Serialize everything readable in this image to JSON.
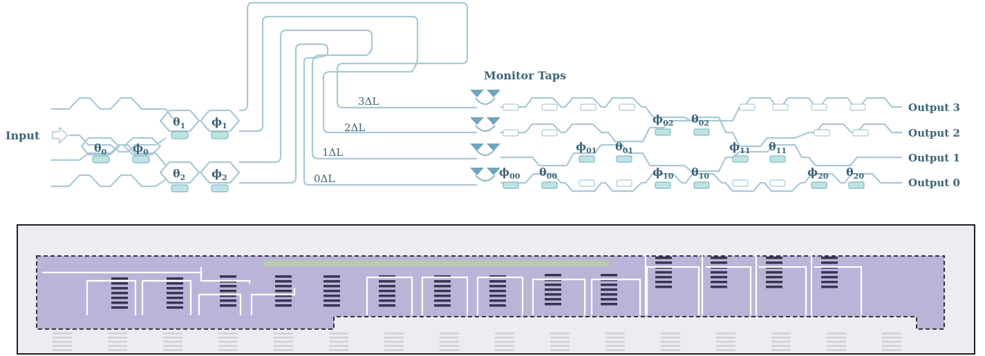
{
  "schematic": {
    "input_label": "Input",
    "monitor_title": "Monitor Taps",
    "delays": [
      "3ΔL",
      "2ΔL",
      "1ΔL",
      "0ΔL"
    ],
    "outputs": [
      "Output 3",
      "Output 2",
      "Output 1",
      "Output 0"
    ],
    "phase_labels": {
      "theta0": {
        "sym": "θ",
        "sub": "0"
      },
      "phi0": {
        "sym": "ϕ",
        "sub": "0"
      },
      "theta1": {
        "sym": "θ",
        "sub": "1"
      },
      "phi1": {
        "sym": "ϕ",
        "sub": "1"
      },
      "theta2": {
        "sym": "θ",
        "sub": "2"
      },
      "phi2": {
        "sym": "ϕ",
        "sub": "2"
      },
      "phi00": {
        "sym": "ϕ",
        "sub": "00"
      },
      "theta00": {
        "sym": "θ",
        "sub": "00"
      },
      "phi01": {
        "sym": "ϕ",
        "sub": "01"
      },
      "theta01": {
        "sym": "θ",
        "sub": "01"
      },
      "phi02": {
        "sym": "ϕ",
        "sub": "02"
      },
      "theta02": {
        "sym": "θ",
        "sub": "02"
      },
      "phi10": {
        "sym": "ϕ",
        "sub": "10"
      },
      "theta10": {
        "sym": "θ",
        "sub": "10"
      },
      "phi11": {
        "sym": "ϕ",
        "sub": "11"
      },
      "theta11": {
        "sym": "θ",
        "sub": "11"
      },
      "phi20": {
        "sym": "ϕ",
        "sub": "20"
      },
      "theta20": {
        "sym": "θ",
        "sub": "20"
      }
    }
  },
  "chip_photo": {
    "outline_color": "#1e1e1e",
    "device_region_color": "#a9a1cf",
    "background_color": "#ececf2"
  },
  "colors": {
    "waveguide": "#a9c8d6",
    "label": "#3d6478",
    "heater_active": "#bfe3e5",
    "tap": "#6fa4bd"
  }
}
